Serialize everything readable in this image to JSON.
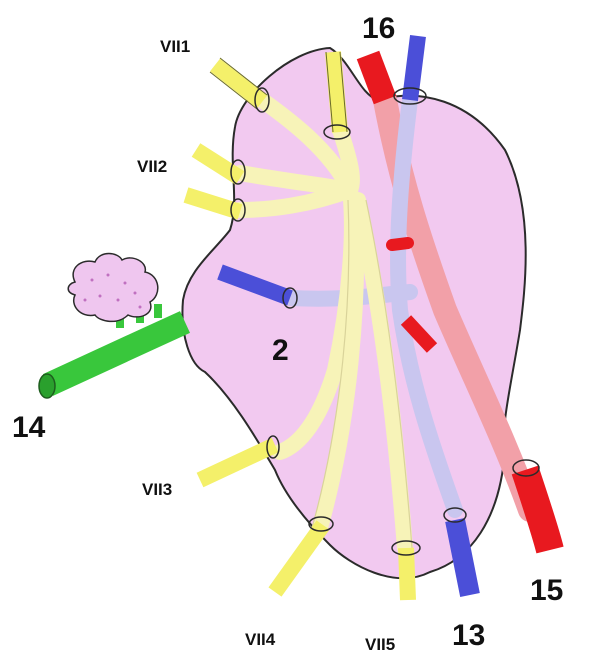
{
  "labels": {
    "vii1": "VII1",
    "vii2": "VII2",
    "vii3": "VII3",
    "vii4": "VII4",
    "vii5": "VII5",
    "n2": "2",
    "n13": "13",
    "n14": "14",
    "n15": "15",
    "n16": "16"
  },
  "colors": {
    "gland_fill": "#f2c9f0",
    "gland_outline": "#2b2b2b",
    "nerve_yellow": "#f4f06a",
    "nerve_pale": "#f7f3b8",
    "artery_red": "#e8191f",
    "artery_pale": "#f2a0a8",
    "vein_blue": "#4b4fd8",
    "vein_pale": "#c9c6ef",
    "duct_green": "#39c73c",
    "accessory_pink": "#efc6ef"
  }
}
